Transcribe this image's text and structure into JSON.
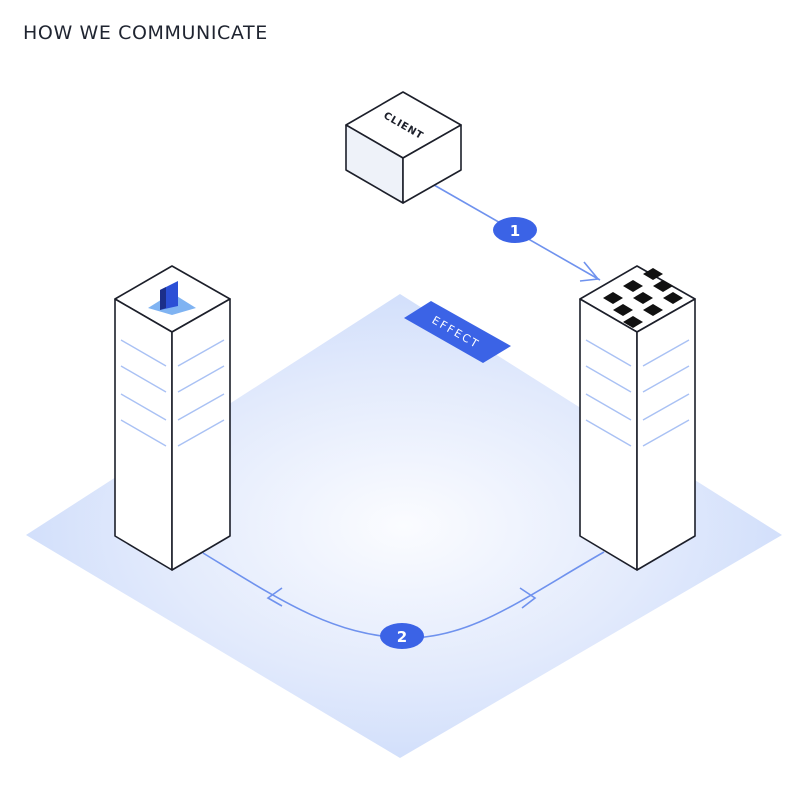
{
  "header": {
    "title": "HOW WE COMMUNICATE"
  },
  "diagram": {
    "client_label": "CLIENT",
    "effect_label": "EFFECT",
    "step_one": "1",
    "step_two": "2"
  },
  "colors": {
    "accent": "#3b63e6",
    "platform": "#cfddfb",
    "line": "#6f92ee",
    "outline": "#1c1f2a"
  },
  "icons": {
    "left_server_logo": "brand-logo-icon",
    "right_server_logo": "checkered-pattern-icon"
  }
}
